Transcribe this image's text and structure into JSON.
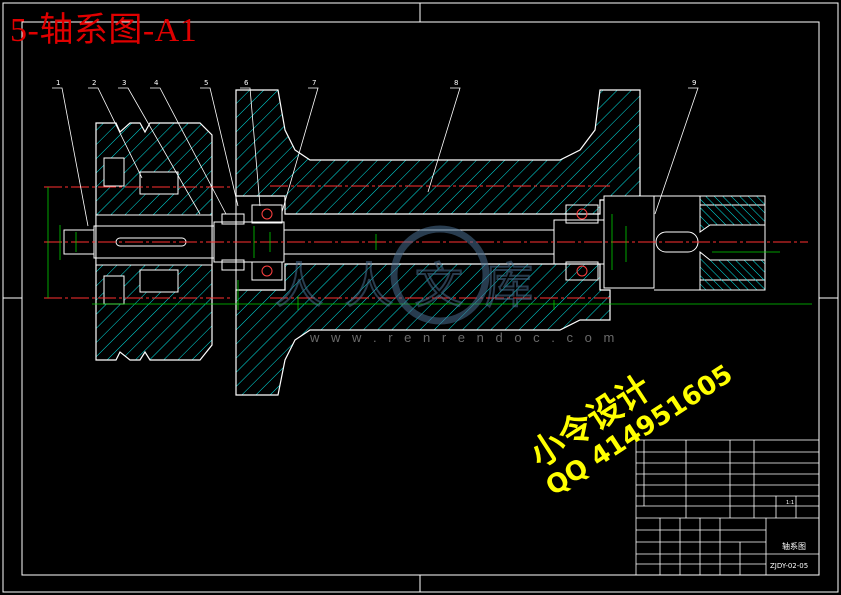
{
  "drawing": {
    "title": "5-轴系图-A1",
    "part_labels": [
      "1",
      "2",
      "3",
      "4",
      "5",
      "6",
      "7",
      "8",
      "9"
    ],
    "watermark_brand": "人人文库",
    "watermark_site": "w w w . r e n r e n d o c . c o m",
    "watermark_promo_line1": "小令设计",
    "watermark_promo_line2": "QQ 414951605",
    "colors": {
      "background": "#000000",
      "outline": "#ffffff",
      "hatch": "#00e5e5",
      "centerline": "#ff3030",
      "dimension": "#00ff00",
      "title_text": "#e00000",
      "promo_text": "#ffff00"
    }
  },
  "title_block": {
    "drawing_name": "轴系图",
    "drawing_number": "ZJDY-02-05",
    "scale": "1:1"
  }
}
